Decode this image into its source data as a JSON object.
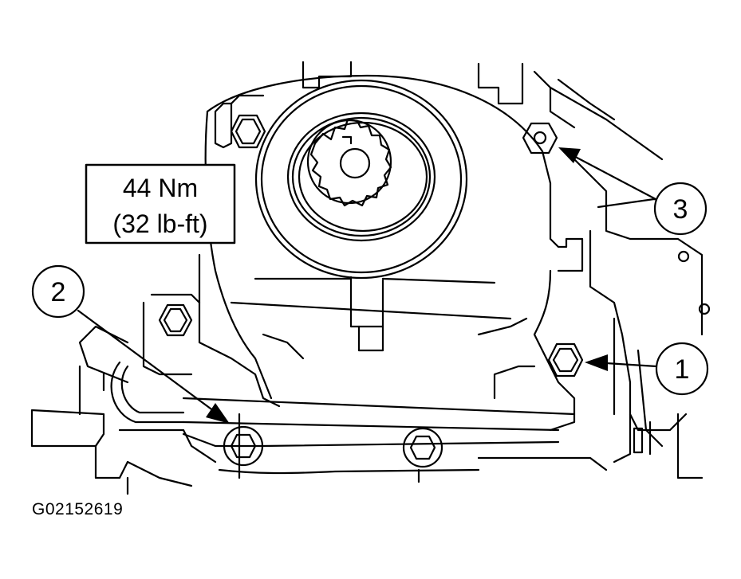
{
  "torque_spec": {
    "metric": "44 Nm",
    "imperial": "(32 lb-ft)"
  },
  "callouts": {
    "one": "1",
    "two": "2",
    "three": "3"
  },
  "figure_id": "G02152619"
}
